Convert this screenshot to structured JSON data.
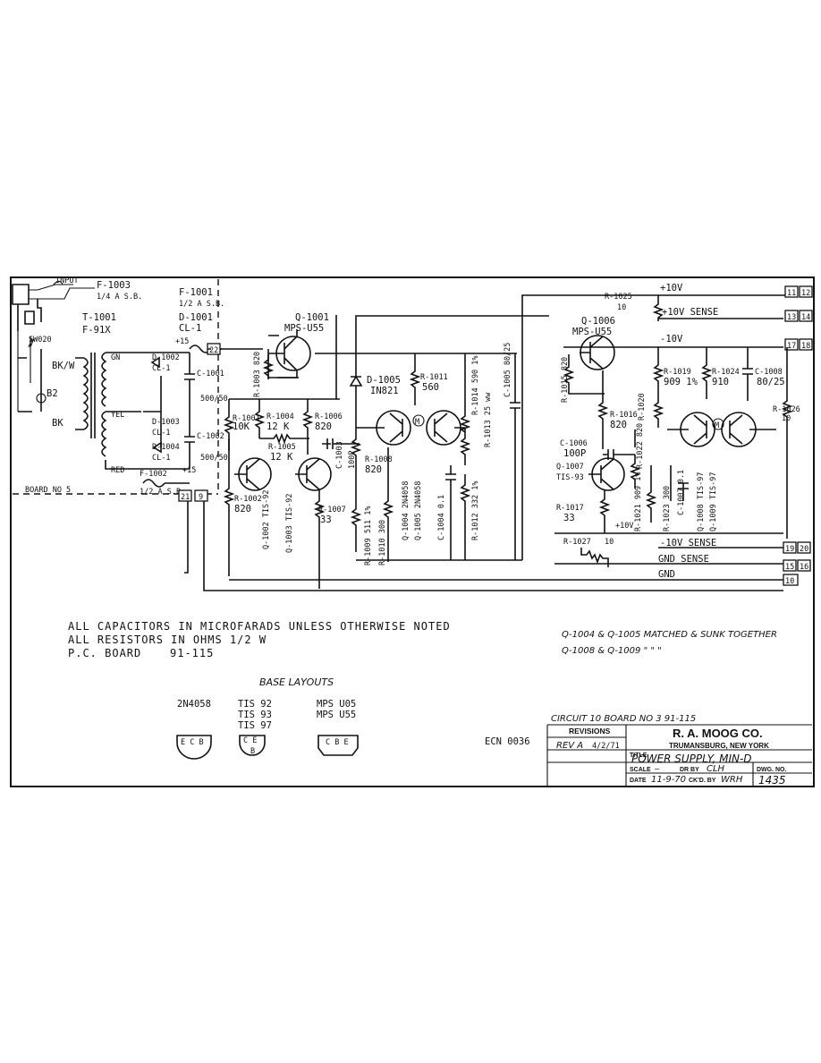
{
  "rails": {
    "plus10v": "+10V",
    "plus10v_sense": "+10V SENSE",
    "minus10v": "-10V",
    "minus10v_sense": "-10V SENSE",
    "gnd_sense": "GND SENSE",
    "gnd": "GND"
  },
  "terminals": [
    "11",
    "12",
    "13",
    "14",
    "17",
    "18",
    "19",
    "20",
    "15",
    "16",
    "10",
    "22",
    "21",
    "9"
  ],
  "input": {
    "f1003": "F-1003",
    "f1003_rating": "1/4 A S.B.",
    "t1001": "T-1001",
    "t1001_part": "F-91X",
    "sw020": "SW020",
    "bkw": "BK/W",
    "b2": "B2",
    "bk": "BK",
    "gn": "GN",
    "yel": "YEL",
    "red": "RED",
    "f1001": "F-1001",
    "f1001_rating": "1/2 A S.B.",
    "f1002": "F-1002",
    "f1002_rating": "1/2 A S.B.",
    "d1001": "D-1001",
    "d1001_part": "CL-1",
    "d1002": "D-1002",
    "d1002_part": "CL-1",
    "d1003": "D-1003",
    "d1003_part": "CL-1",
    "d1004": "D-1004",
    "d1004_part": "CL-1",
    "c1001": "C-1001",
    "c1001_val": "500/50",
    "c1002": "C-1002",
    "c1002_val": "500/50",
    "plus15": "+15",
    "board": "BOARD NO 5"
  },
  "pos_reg": {
    "q1001": "Q-1001",
    "q1001_part": "MPS-U55",
    "r1003": "R-1003 820",
    "r1001": "R-1001",
    "r1001_val": "10K",
    "r1004": "R-1004",
    "r1004_val": "12 K",
    "r1006": "R-1006",
    "r1006_val": "820",
    "r1005": "R-1005",
    "r1005_val": "12 K",
    "c1003": "C-1003",
    "c1003_val": "100P",
    "r1002": "R-1002",
    "r1002_val": "820",
    "q1002": "Q-1002 TIS-92",
    "q1003": "Q-1003 TIS-92",
    "r1007": "R-1007",
    "r1007_val": "33",
    "d1005": "D-1005",
    "d1005_part": "IN821",
    "r1011": "R-1011",
    "r1011_val": "560",
    "r1008": "R-1008",
    "r1008_val": "820",
    "r1009": "R-1009 511 1%",
    "r1010": "R-1010 300",
    "q1004": "Q-1004 2N4058",
    "q1005": "Q-1005 2N4058",
    "c1004": "C-1004 0.1",
    "r1014": "R-1014 590 1%",
    "r1013": "R-1013 25 ww",
    "r1012": "R-1012 332 1%",
    "c1005": "C-1005 80/25",
    "matched": "M"
  },
  "neg_reg": {
    "r1025": "R-1025",
    "r1025_val": "10",
    "q1006": "Q-1006",
    "q1006_part": "MPS-U55",
    "r1015": "R-1015 820",
    "r1016": "R-1016",
    "r1016_val": "820",
    "c1006": "C-1006",
    "c1006_val": "100P",
    "q1007": "Q-1007",
    "q1007_part": "TIS-93",
    "r1017": "R-1017",
    "r1017_val": "33",
    "r1022": "R-1022 820",
    "r1021": "R-1021 909 1%",
    "r1019": "R-1019",
    "r1019_val": "909 1%",
    "r1024": "R-1024",
    "r1024_val": "910",
    "r1020": "R-1020",
    "c1008": "C-1008",
    "c1008_val": "80/25",
    "r1026": "R-1026",
    "r1026_val": "10",
    "c1007": "C-1007 0.1",
    "r1023": "R-1023 300",
    "q1008": "Q-1008 TIS-97",
    "q1009": "Q-1009 TIS-97",
    "plus10v": "+10V",
    "r1027": "R-1027",
    "r1027_val": "10"
  },
  "notes": {
    "line1": "ALL CAPACITORS IN MICROFARADS UNLESS OTHERWISE NOTED",
    "line2": "ALL RESISTORS IN OHMS 1/2 W",
    "line3_label": "P.C. BOARD",
    "line3_val": "91-115",
    "match1": "Q-1004 & Q-1005 MATCHED & SUNK TOGETHER",
    "match2": "Q-1008 & Q-1009 \" \" \""
  },
  "base_layouts": {
    "title": "BASE LAYOUTS",
    "col1": "2N4058",
    "col2": [
      "TIS 92",
      "TIS 93",
      "TIS 97"
    ],
    "col3": [
      "MPS U05",
      "MPS U55"
    ],
    "pins1": "E C B",
    "pins2_top": "C E",
    "pins2_bot": "B",
    "pins3": "C B E"
  },
  "title_block": {
    "circuit": "CIRCUIT 10   BOARD NO 3   91-115",
    "ecn": "ECN 0036",
    "revisions": "REVISIONS",
    "rev": "REV A",
    "rev_date": "4/2/71",
    "company": "R. A. MOOG CO.",
    "city": "TRUMANSBURG, NEW YORK",
    "title_label": "TITLE",
    "title": "POWER SUPPLY, MIN-D",
    "scale": "SCALE",
    "scale_val": "—",
    "dr_by": "DR BY",
    "dr_by_val": "CLH",
    "dwg_no": "DWG. NO.",
    "dwg_no_val": "1435",
    "date": "DATE",
    "date_val": "11-9-70",
    "ckd_by": "CK'D. BY",
    "ckd_by_val": "WRH"
  }
}
